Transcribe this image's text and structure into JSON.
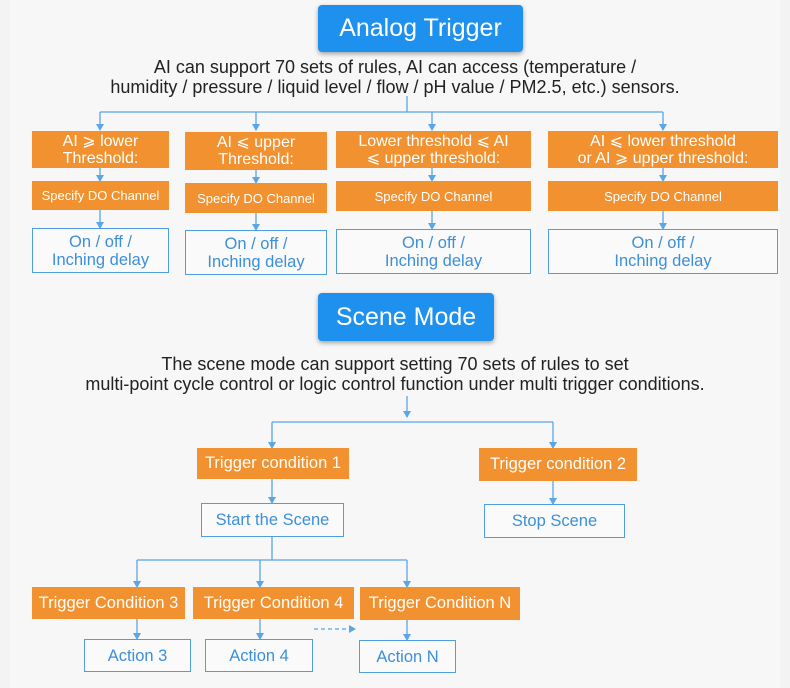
{
  "analog": {
    "title": "Analog Trigger",
    "desc_line1": "AI can support 70 sets of rules, AI can access (temperature /",
    "desc_line2": "humidity / pressure / liquid level / flow / pH value / PM2.5, etc.) sensors.",
    "rules": [
      {
        "condition": "AI ⩾ lower\nThreshold:",
        "specify": "Specify DO Channel",
        "action": "On / off /\nInching delay"
      },
      {
        "condition": "AI ⩽ upper\nThreshold:",
        "specify": "Specify DO Channel",
        "action": "On / off /\nInching delay"
      },
      {
        "condition": "Lower threshold ⩽ AI\n⩽ upper threshold:",
        "specify": "Specify DO Channel",
        "action": "On / off /\nInching delay"
      },
      {
        "condition": "AI ⩽ lower threshold\nor AI ⩾ upper threshold:",
        "specify": "Specify DO Channel",
        "action": "On / off /\nInching delay"
      }
    ]
  },
  "scene": {
    "title": "Scene Mode",
    "desc_line1": "The scene mode can support setting 70 sets of rules to set",
    "desc_line2": "multi-point cycle control or logic control function under multi trigger conditions.",
    "trigger1": "Trigger condition 1",
    "trigger2": "Trigger condition 2",
    "start": "Start the Scene",
    "stop": "Stop Scene",
    "conditions": [
      "Trigger Condition 3",
      "Trigger Condition 4",
      "Trigger Condition N"
    ],
    "actions": [
      "Action 3",
      "Action 4",
      "Action N"
    ]
  },
  "colors": {
    "accent_blue": "#1e90ee",
    "orange": "#f2912f",
    "outline_blue": "#4f9ee3",
    "line": "#5aa6e6"
  }
}
